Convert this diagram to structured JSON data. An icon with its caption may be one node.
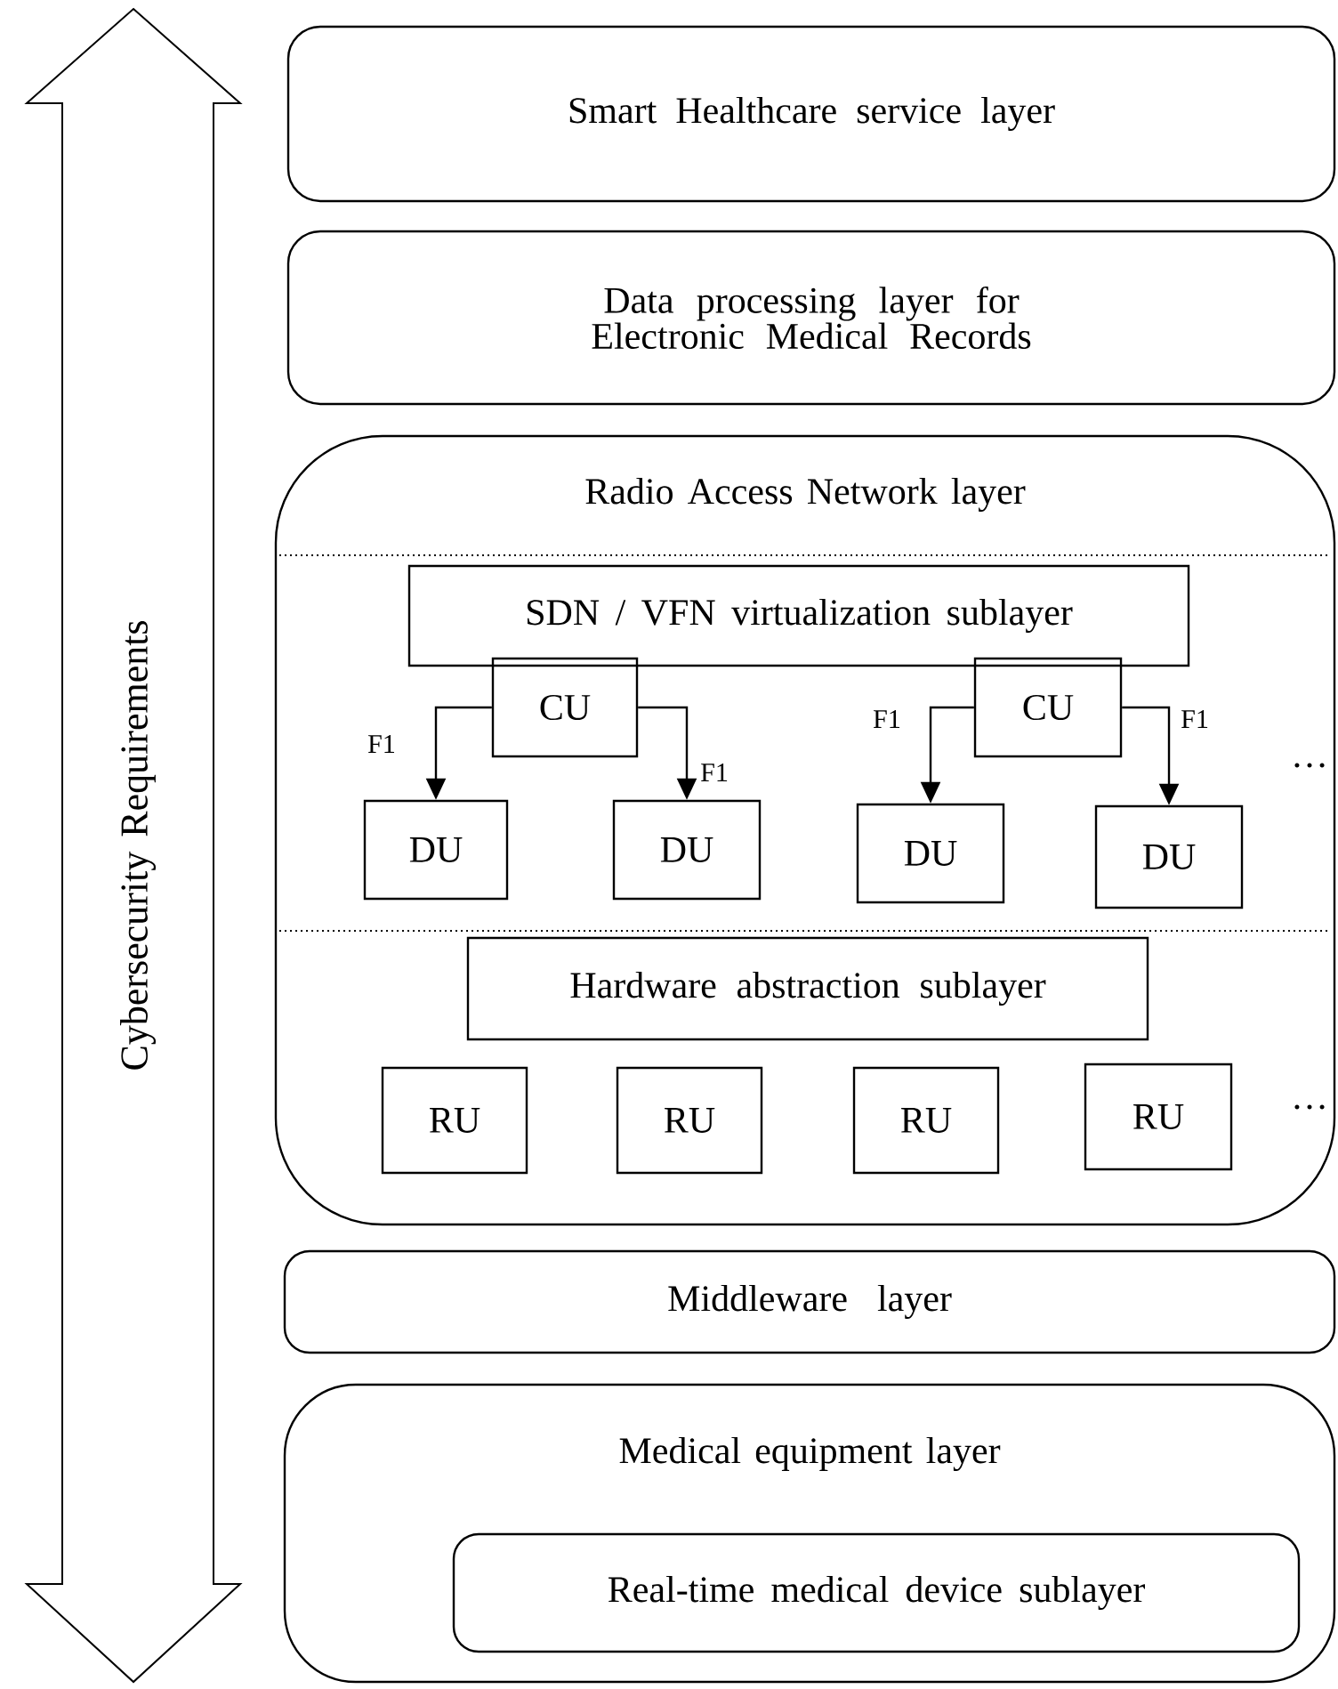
{
  "diagram": {
    "nodes": [
      {
        "text": [
          "Cybersecurity Requirements"
        ]
      },
      {
        "text": [
          "Smart Healthcare service layer"
        ]
      },
      {
        "text": [
          "Data processing layer for Electronic Medical Records"
        ]
      },
      {
        "text": [
          "Radio Access Network layer"
        ]
      },
      {
        "text": [
          "SDN / VFN virtualization sublayer"
        ],
        "in": 3
      },
      {
        "text": [
          "CU"
        ],
        "in": 3
      },
      {
        "text": [
          "CU"
        ],
        "in": 3
      },
      {
        "text": [
          "DU"
        ],
        "in": 3
      },
      {
        "text": [
          "DU"
        ],
        "in": 3
      },
      {
        "text": [
          "DU"
        ],
        "in": 3
      },
      {
        "text": [
          "DU"
        ],
        "in": 3
      },
      {
        "text": [
          "Hardware abstraction sublayer"
        ],
        "in": 3
      },
      {
        "text": [
          "RU"
        ],
        "in": 3
      },
      {
        "text": [
          "RU"
        ],
        "in": 3
      },
      {
        "text": [
          "RU"
        ],
        "in": 3
      },
      {
        "text": [
          "RU"
        ],
        "in": 3
      },
      {
        "text": [
          "Middleware layer"
        ]
      },
      {
        "text": [
          "Medical equipment layer"
        ]
      },
      {
        "text": [
          "Real-time medical device sublayer"
        ],
        "in": 17
      }
    ],
    "edges": [
      {
        "from": 5,
        "to": 7,
        "arrow": "to",
        "label": "F1"
      },
      {
        "from": 5,
        "to": 8,
        "arrow": "to",
        "label": "F1"
      },
      {
        "from": 6,
        "to": 9,
        "arrow": "to",
        "label": "F1"
      },
      {
        "from": 6,
        "to": 10,
        "arrow": "to",
        "label": "F1"
      }
    ],
    "labels": [
      "…",
      "…"
    ]
  }
}
